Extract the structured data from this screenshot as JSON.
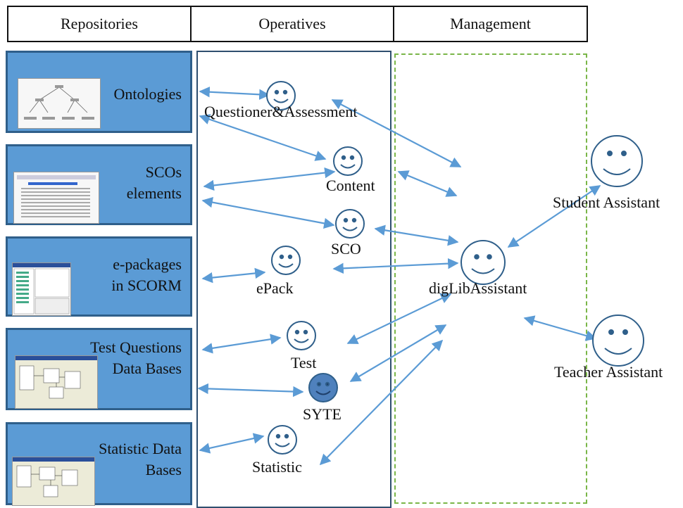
{
  "headers": {
    "repositories": "Repositories",
    "operatives": "Operatives",
    "management": "Management"
  },
  "repositories": [
    {
      "key": "ontologies",
      "label_lines": [
        "Ontologies"
      ]
    },
    {
      "key": "scos",
      "label_lines": [
        "SCOs",
        "elements"
      ]
    },
    {
      "key": "epackages",
      "label_lines": [
        "e-packages",
        "in SCORM"
      ]
    },
    {
      "key": "testdb",
      "label_lines": [
        "Test Questions",
        "Data Bases"
      ]
    },
    {
      "key": "statdb",
      "label_lines": [
        "Statistic Data",
        "Bases"
      ]
    }
  ],
  "agents": {
    "questioner": "Questioner&Assessment",
    "content": "Content",
    "sco": "SCO",
    "epack": "ePack",
    "test": "Test",
    "syte": "SYTE",
    "statistic": "Statistic",
    "diglib": "digLibAssistant",
    "student": "Student Assistant",
    "teacher": "Teacher Assistant"
  },
  "colors": {
    "repo_fill": "#5b9bd5",
    "repo_border": "#2f5f8a",
    "arrow": "#5b9bd5",
    "face_stroke": "#2f5f8a",
    "syte_fill": "#4f81bd",
    "mgmt_dash": "#7ab648"
  }
}
